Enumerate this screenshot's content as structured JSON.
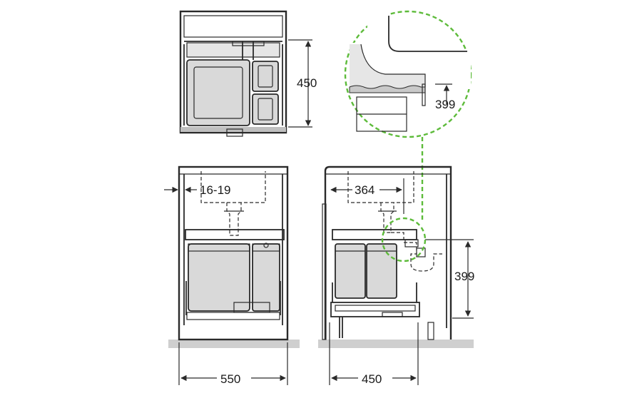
{
  "dimensions": {
    "top_depth": "450",
    "detail_height": "399",
    "side_height": "399",
    "front_offset": "16-19",
    "side_depth_inner": "364",
    "front_width": "550",
    "side_depth": "450"
  },
  "colors": {
    "detail_circle": "#5dbb3a",
    "floor": "#cfcfcf",
    "bin": "#dcdcdc"
  }
}
